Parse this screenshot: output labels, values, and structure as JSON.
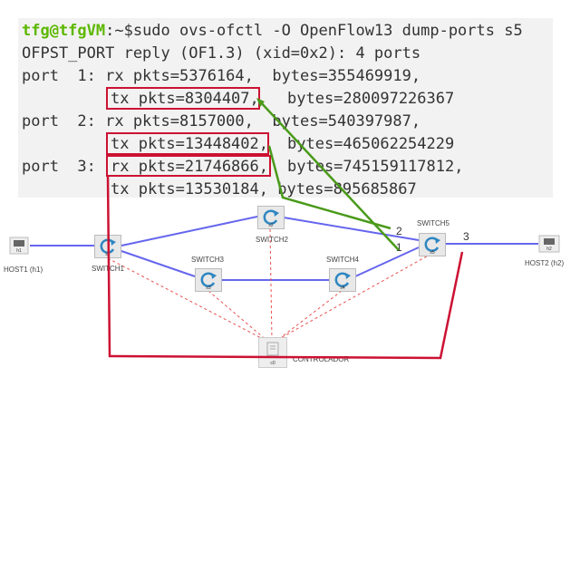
{
  "terminal": {
    "prompt_user": "tfg@tfgVM",
    "prompt_rest": ":~$sudo ovs-ofctl -O OpenFlow13 dump-ports s5",
    "reply": "OFPST_PORT reply (OF1.3) (xid=0x2): 4 ports",
    "port1_rx": "port  1: rx pkts=5376164,  bytes=355469919,",
    "port1_tx_pkts": "tx pkts=8304407,",
    "port1_tx_bytes": "bytes=280097226367",
    "port2_rx": "port  2: rx pkts=8157000,  bytes=540397987,",
    "port2_tx_pkts": "tx pkts=13448402,",
    "port2_tx_bytes": "bytes=465062254229",
    "port3_prefix": "port  3: ",
    "port3_rx_pkts": "rx pkts=21746866,",
    "port3_rx_bytes": "bytes=745159117812,",
    "port3_tx": "tx pkts=13530184, bytes=895685867"
  },
  "topology": {
    "nodes": {
      "h1": {
        "label": "HOST1 (h1)",
        "id": "h1"
      },
      "s1": {
        "label": "SWITCH1",
        "id": "s1"
      },
      "s2": {
        "label": "SWITCH2",
        "id": "s2"
      },
      "s3": {
        "label": "SWITCH3",
        "id": "s3"
      },
      "s4": {
        "label": "SWITCH4",
        "id": "s4"
      },
      "s5": {
        "label": "SWITCH5",
        "id": "s5"
      },
      "h2": {
        "label": "HOST2 (h2)",
        "id": "h2"
      },
      "c0": {
        "label": "CONTROLADOR",
        "id": "c0"
      }
    },
    "port_labels": {
      "p1": "1",
      "p2": "2",
      "p3": "3"
    }
  },
  "colors": {
    "user_prompt": "#5cb800",
    "terminal_bg": "#f2f2f2",
    "link_blue": "#6666ee",
    "controller_link": "#e85050",
    "highlight_red": "#cc1133",
    "arrow_green": "#4a9a1a"
  },
  "icons": {
    "host": "monitor-icon",
    "switch": "switch-refresh-icon",
    "controller": "controller-icon"
  }
}
